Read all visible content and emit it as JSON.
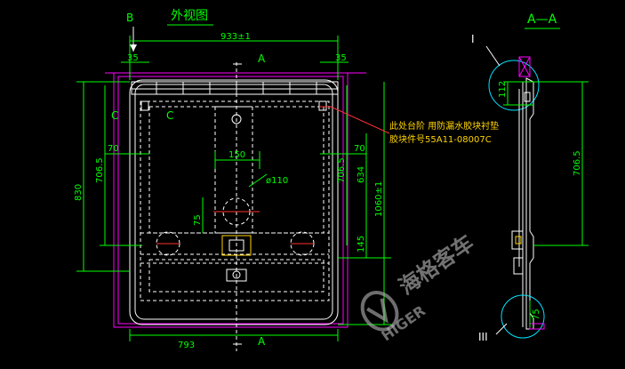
{
  "view": {
    "title": "外视图",
    "marker_b": "B",
    "marker_a_top": "A",
    "marker_a_bottom": "A",
    "marker_c_left": "C",
    "marker_c_right": "C"
  },
  "dimensions": {
    "overall_width": "933±1",
    "side_margin_left": "35",
    "side_margin_right": "35",
    "overall_height": "830",
    "inner_height_left": "706.5",
    "inner_height_right": "706.5",
    "inner_width": "150",
    "hole_diameter": "ø110",
    "offset_75": "75",
    "inset_left": "70",
    "inset_right": "70",
    "height_634": "634",
    "height_1060": "1060±1",
    "height_145": "145",
    "bottom_width": "793"
  },
  "note": {
    "line1": "此处台阶 用防漏水胶块衬垫",
    "line2": "胶块件号55A11-08007C"
  },
  "section": {
    "title": "A—A",
    "detail_1": "I",
    "detail_3": "III",
    "dim_112": "112",
    "dim_706": "706.5",
    "dim_75": "75"
  },
  "watermark": {
    "brand_cn": "海格客车",
    "brand_en": "HIGER"
  }
}
